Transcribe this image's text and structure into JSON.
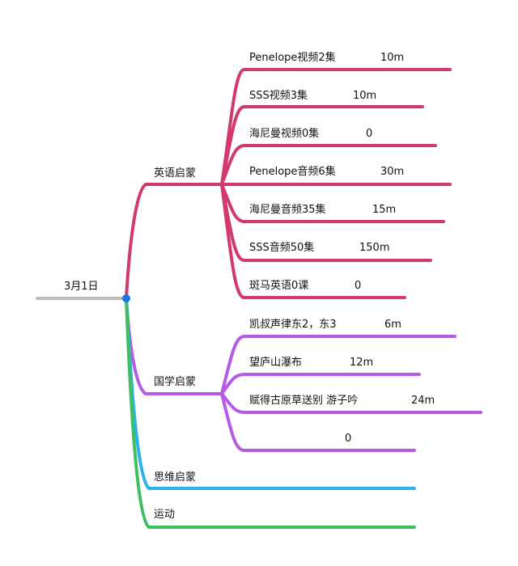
{
  "root": {
    "label": "3月1日",
    "color": "#bdbdbd",
    "dot_color": "#1a73e8"
  },
  "branches": [
    {
      "id": "english",
      "label": "英语启蒙",
      "color": "#d23a6c",
      "children": [
        {
          "label": "Penelope视频2集",
          "value": "10m"
        },
        {
          "label": "SSS视频3集",
          "value": "10m"
        },
        {
          "label": "海尼曼视频0集",
          "value": "0"
        },
        {
          "label": "Penelope音频6集",
          "value": "30m"
        },
        {
          "label": "海尼曼音频35集",
          "value": "15m"
        },
        {
          "label": "SSS音频50集",
          "value": "150m"
        },
        {
          "label": "斑马英语0课",
          "value": "0"
        }
      ]
    },
    {
      "id": "guoxue",
      "label": "国学启蒙",
      "color": "#b65be6",
      "children": [
        {
          "label": "凯叔声律东2，东3",
          "value": "6m"
        },
        {
          "label": "望庐山瀑布",
          "value": "12m"
        },
        {
          "label": "赋得古原草送别  游子吟",
          "value": "24m"
        },
        {
          "label": "",
          "value": "0"
        }
      ]
    },
    {
      "id": "siwei",
      "label": "思维启蒙",
      "color": "#2cb2e8",
      "children": []
    },
    {
      "id": "yundong",
      "label": "运动",
      "color": "#3cc060",
      "children": []
    }
  ]
}
